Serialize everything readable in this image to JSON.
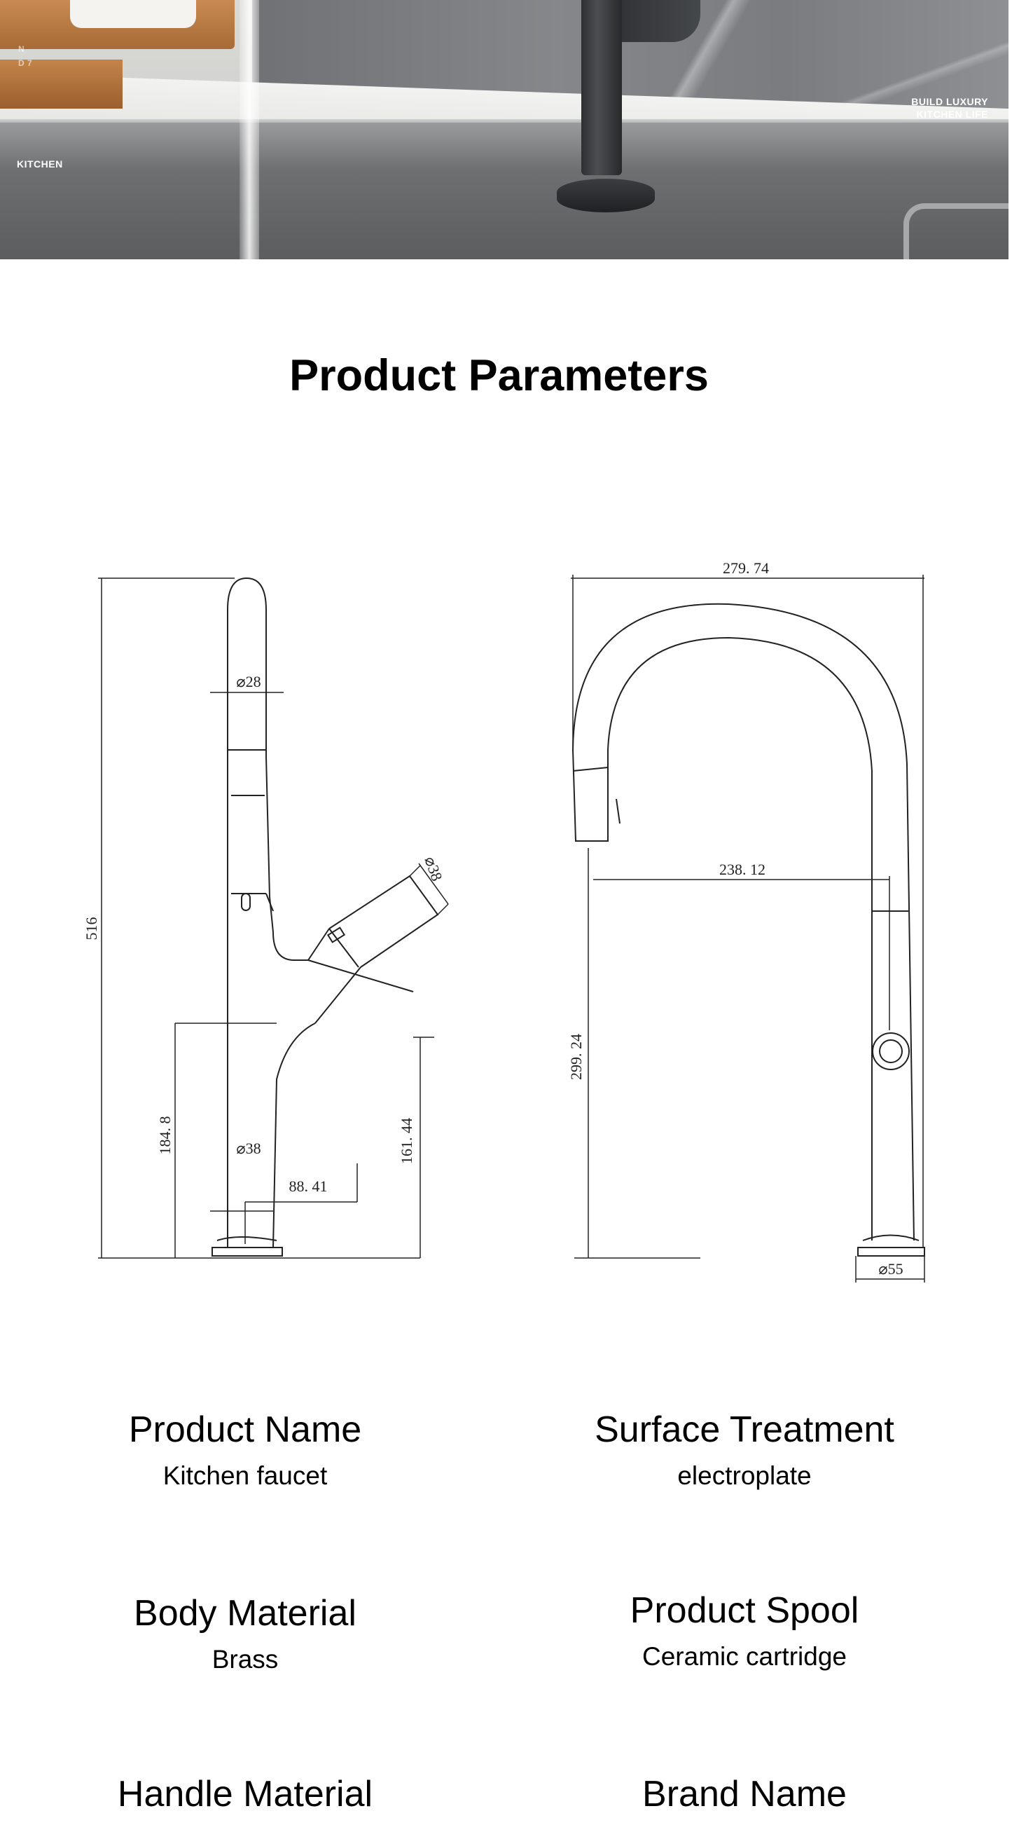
{
  "hero": {
    "left_caption": "KITCHEN",
    "right_caption_line1": "BUILD LUXURY",
    "right_caption_line2": "KITCHEN LIFE",
    "faint_line1": "N",
    "faint_line2": "D 7"
  },
  "page_title": "Product Parameters",
  "drawings": {
    "side_view": {
      "total_height": "516",
      "top_diameter": "⌀28",
      "base_diameter": "⌀38",
      "handle_height": "184. 8",
      "handle_diameter": "⌀38",
      "handle_offset": "88. 41",
      "handle_end_height": "161. 44"
    },
    "front_view": {
      "total_width": "279. 74",
      "reach": "238. 12",
      "spout_height": "299. 24",
      "base_diameter": "⌀55"
    }
  },
  "specs": [
    {
      "key": "Product Name",
      "value": "Kitchen faucet"
    },
    {
      "key": "Surface Treatment",
      "value": "electroplate"
    },
    {
      "key": "Body Material",
      "value": "Brass"
    },
    {
      "key": "Product Spool",
      "value": "Ceramic cartridge"
    },
    {
      "key": "Handle Material",
      "value": ""
    },
    {
      "key": "Brand Name",
      "value": ""
    }
  ]
}
